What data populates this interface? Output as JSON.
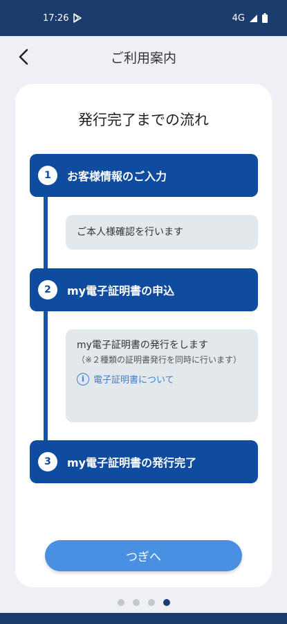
{
  "status_bar": {
    "time": "17:26",
    "network": "4G"
  },
  "header": {
    "title": "ご利用案内"
  },
  "card": {
    "title": "発行完了までの流れ",
    "steps": [
      {
        "number": "1",
        "label": "お客様情報のご入力"
      },
      {
        "number": "2",
        "label": "my電子証明書の申込"
      },
      {
        "number": "3",
        "label": "my電子証明書の発行完了"
      }
    ],
    "details": [
      {
        "text": "ご本人様確認を行います"
      },
      {
        "text": "my電子証明書の発行をします",
        "note": "（※２種類の証明書発行を同時に行います）",
        "link": "電子証明書について"
      }
    ]
  },
  "next_button": {
    "label": "つぎへ"
  },
  "pager": {
    "count": 4,
    "active_index": 3
  },
  "colors": {
    "primary": "#0f4b9e",
    "status_bar": "#1b3d6e",
    "accent": "#4a90e2",
    "link": "#3b7fd6",
    "detail_bg": "#e3e8ed"
  }
}
